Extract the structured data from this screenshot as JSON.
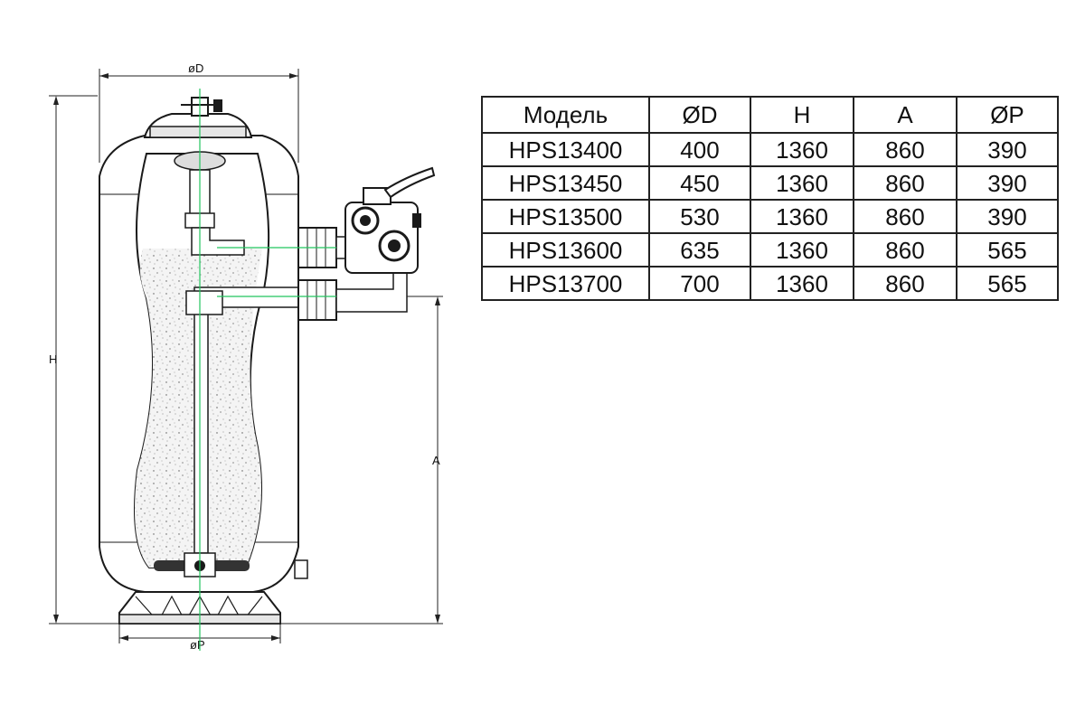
{
  "diagram": {
    "labels": {
      "diameter": "øD",
      "height": "H",
      "connection_height": "A",
      "base_diameter": "øP"
    }
  },
  "table": {
    "headers": [
      "Модель",
      "ØD",
      "H",
      "A",
      "ØP"
    ],
    "rows": [
      [
        "HPS13400",
        "400",
        "1360",
        "860",
        "390"
      ],
      [
        "HPS13450",
        "450",
        "1360",
        "860",
        "390"
      ],
      [
        "HPS13500",
        "530",
        "1360",
        "860",
        "390"
      ],
      [
        "HPS13600",
        "635",
        "1360",
        "860",
        "565"
      ],
      [
        "HPS13700",
        "700",
        "1360",
        "860",
        "565"
      ]
    ]
  },
  "colors": {
    "outline": "#1a1a1a",
    "centerline": "#22c55e",
    "sand": "#f2f2f2"
  }
}
